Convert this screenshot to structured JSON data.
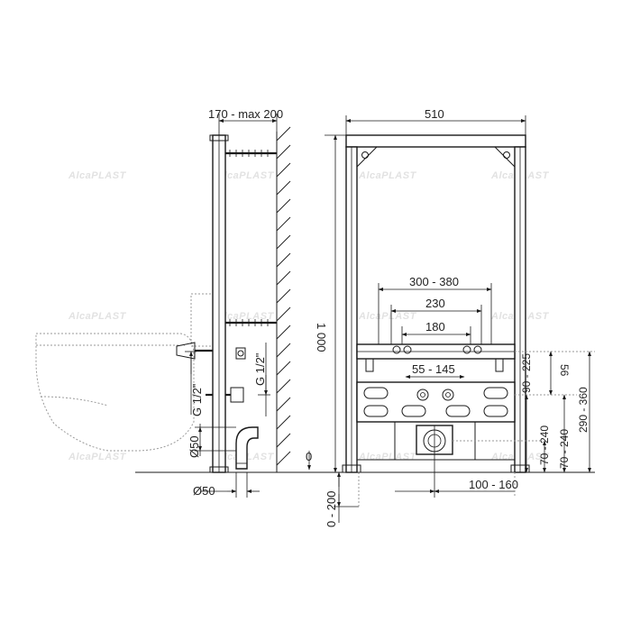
{
  "watermark": "AlcaPLAST",
  "side_view": {
    "wall_offset_label": "170 - max 200",
    "inlet_label_left": "G 1/2\"",
    "inlet_label_right": "G 1/2\"",
    "drain_label_vertical": "Ø50",
    "drain_label_horizontal": "Ø50",
    "floor_zero_label": "0",
    "floor_range_label": "0 - 200"
  },
  "front_view": {
    "width_label": "510",
    "height_label": "1 000",
    "bracket_spacing_label": "300 - 380",
    "inlet_spacing_label": "230",
    "inner_spacing_label": "180",
    "valve_spacing_label": "55 - 145",
    "drain_offset_label": "100 - 160",
    "right_dims": [
      "56",
      "90 - 225",
      "70 - 240",
      "290 - 360"
    ]
  },
  "colors": {
    "line": "#1a1a1a",
    "watermark": "#e2e2e2",
    "ghost": "#9a9a9a"
  },
  "icons": [
    "arrow-head",
    "valve-icon",
    "drain-elbow-icon"
  ]
}
